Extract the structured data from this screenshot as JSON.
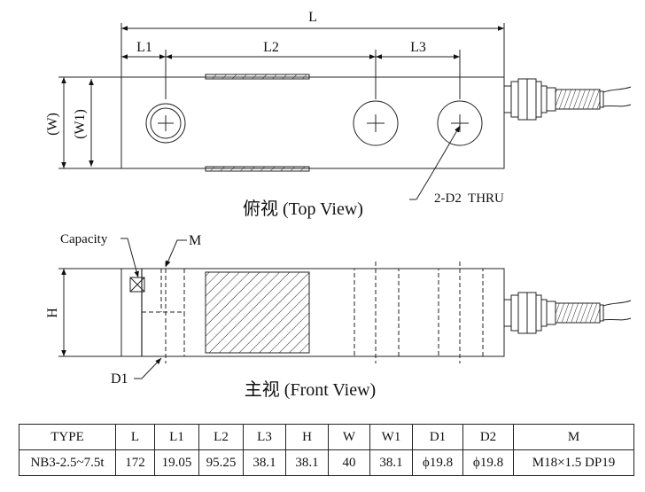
{
  "top_view": {
    "title": "俯视 (Top View)",
    "dims": {
      "L": "L",
      "L1": "L1",
      "L2": "L2",
      "L3": "L3",
      "W": "(W)",
      "W1": "(W1)"
    },
    "hole_callout": "2-D2  THRU"
  },
  "front_view": {
    "title": "主视 (Front View)",
    "labels": {
      "capacity": "Capacity",
      "M": "M",
      "H": "H",
      "D1": "D1"
    }
  },
  "spec_table": {
    "headers": [
      "TYPE",
      "L",
      "L1",
      "L2",
      "L3",
      "H",
      "W",
      "W1",
      "D1",
      "D2",
      "M"
    ],
    "row": [
      "NB3-2.5~7.5t",
      "172",
      "19.05",
      "95.25",
      "38.1",
      "38.1",
      "40",
      "38.1",
      "ϕ19.8",
      "ϕ19.8",
      "M18×1.5 DP19"
    ]
  }
}
